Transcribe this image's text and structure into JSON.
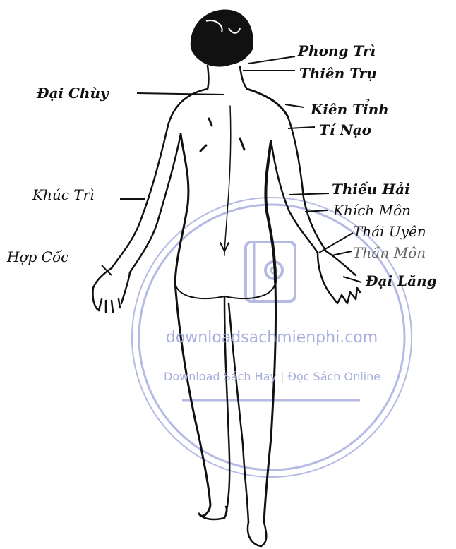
{
  "labels": {
    "phong_tri": "Phong Trì",
    "thien_tru": "Thiên Trụ",
    "dai_chuy": "Đại Chùy",
    "kien_tinh": "Kiên Tỉnh",
    "ti_nao": "Tí Nạo",
    "khuc_tri": "Khúc Trì",
    "thieu_hai": "Thiếu Hải",
    "khich_mon": "Khích Môn",
    "thai_uyen": "Thái Uyên",
    "than_mon": "Thần Môn",
    "hop_coc": "Hợp Cốc",
    "dai_lang": "Đại Lăng"
  },
  "watermark": {
    "domain": "downloadsachmienphi.com",
    "tagline": "Download Sách Hay | Đọc Sách Online",
    "color": "#a8aedd"
  }
}
